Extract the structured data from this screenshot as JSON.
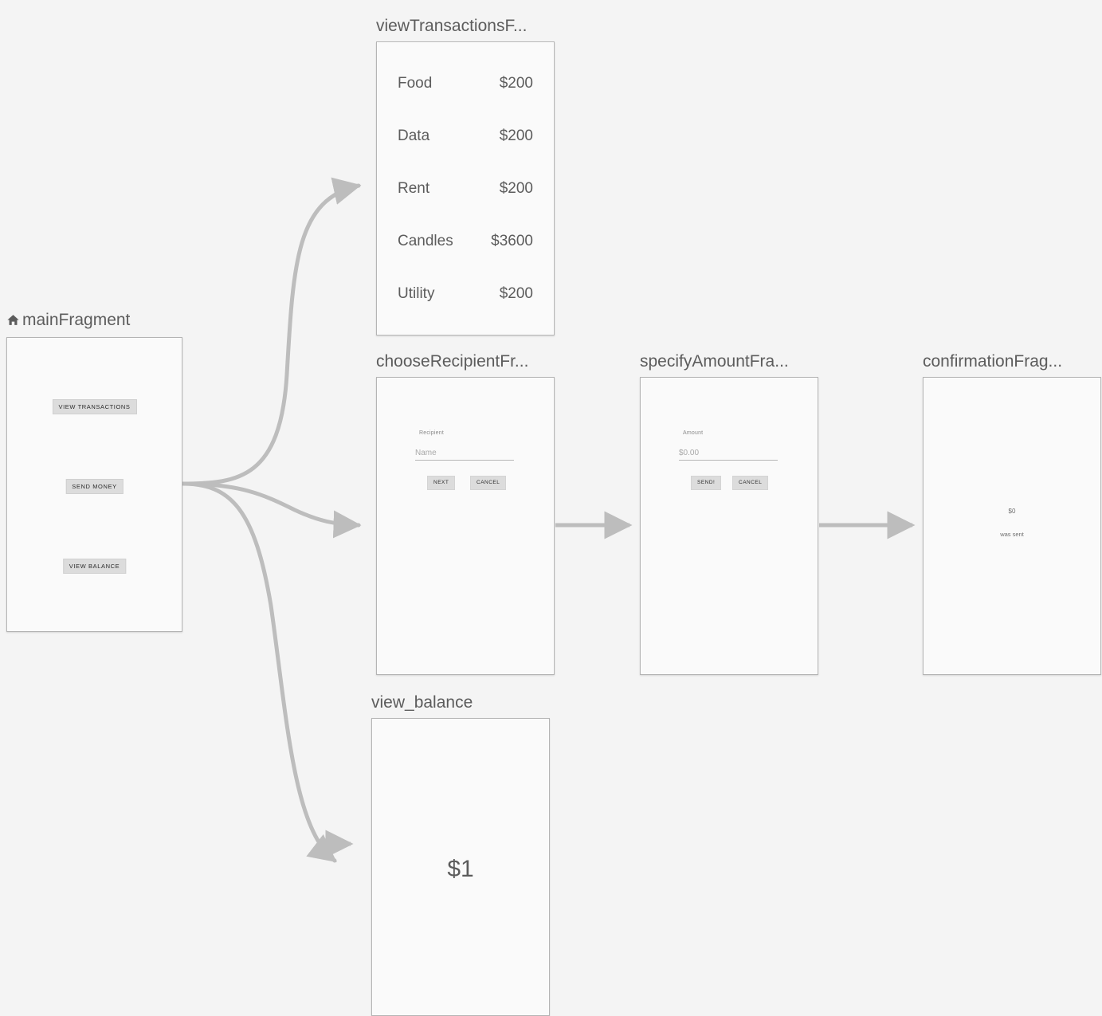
{
  "canvas": {
    "background": "#f4f4f4",
    "edge_color": "#bdbdbd",
    "frame_border": "#b4b4b4",
    "frame_fill": "#fafafa",
    "text_color": "#5c5c5c"
  },
  "nodes": {
    "main": {
      "title": "mainFragment",
      "icon": "home-icon",
      "is_start_destination": true,
      "buttons": [
        {
          "label": "VIEW TRANSACTIONS",
          "name": "view-transactions-button"
        },
        {
          "label": "SEND MONEY",
          "name": "send-money-button"
        },
        {
          "label": "VIEW BALANCE",
          "name": "view-balance-button"
        }
      ]
    },
    "view_transactions": {
      "title": "viewTransactionsF...",
      "full_title": "viewTransactionsFragment",
      "transactions": [
        {
          "label": "Food",
          "amount": "$200"
        },
        {
          "label": "Data",
          "amount": "$200"
        },
        {
          "label": "Rent",
          "amount": "$200"
        },
        {
          "label": "Candles",
          "amount": "$3600"
        },
        {
          "label": "Utility",
          "amount": "$200"
        }
      ]
    },
    "choose_recipient": {
      "title": "chooseRecipientFr...",
      "full_title": "chooseRecipientFragment",
      "field_label": "Recipient",
      "field_placeholder": "Name",
      "field_value": "",
      "primary_button": "NEXT",
      "secondary_button": "CANCEL"
    },
    "specify_amount": {
      "title": "specifyAmountFra...",
      "full_title": "specifyAmountFragment",
      "field_label": "Amount",
      "field_placeholder": "$0.00",
      "field_value": "",
      "primary_button": "SEND!",
      "secondary_button": "CANCEL"
    },
    "confirmation": {
      "title": "confirmationFrag...",
      "full_title": "confirmationFragment",
      "amount": "$0",
      "message": "was sent"
    },
    "view_balance": {
      "title": "view_balance",
      "balance": "$1"
    }
  },
  "edges": [
    {
      "name": "edge-main-to-view-transactions",
      "from": "mainFragment",
      "to": "viewTransactionsFragment"
    },
    {
      "name": "edge-main-to-choose-recipient",
      "from": "mainFragment",
      "to": "chooseRecipientFragment"
    },
    {
      "name": "edge-main-to-view-balance",
      "from": "mainFragment",
      "to": "view_balance"
    },
    {
      "name": "edge-choose-recipient-to-specify-amount",
      "from": "chooseRecipientFragment",
      "to": "specifyAmountFragment"
    },
    {
      "name": "edge-specify-amount-to-confirmation",
      "from": "specifyAmountFragment",
      "to": "confirmationFragment"
    },
    {
      "name": "edge-stub-to-view-balance",
      "from": "",
      "to": "view_balance"
    }
  ]
}
